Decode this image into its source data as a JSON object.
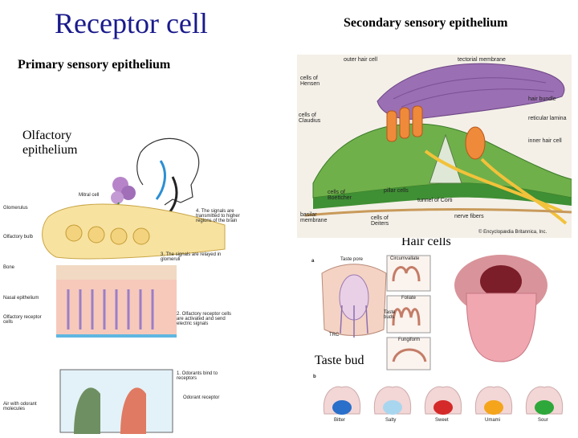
{
  "slide": {
    "title": "Receptor cell",
    "secondary_heading": "Secondary sensory epithelium",
    "primary_heading": "Primary sensory epithelium",
    "olfactory_label": "Olfactory\nepithelium",
    "hair_cells_label": "Hair cells",
    "taste_bud_label": "Taste bud"
  },
  "cochlea": {
    "labels": {
      "outer_hair_cell": "outer hair cell",
      "tectorial_membrane": "tectorial membrane",
      "cells_of_hensen": "cells of Hensen",
      "hair_bundle": "hair bundle",
      "cells_of_claudius": "cells of Claudius",
      "reticular_lamina": "reticular lamina",
      "inner_hair_cell": "inner hair cell",
      "cells_of_boettcher": "cells of Boettcher",
      "pillar_cells": "pillar cells",
      "tunnel_of_corti": "tunnel of Corti",
      "basilar_membrane": "basilar membrane",
      "cells_of_deiters": "cells of Deiters",
      "nerve_fibers": "nerve fibers",
      "credit": "© Encyclopædia Britannica, Inc."
    }
  },
  "olfaction": {
    "labels": {
      "mitral_cell": "Mitral cell",
      "glomerulus": "Glomerulus",
      "olfactory_bulb": "Olfactory bulb",
      "bone": "Bone",
      "nasal_epithelium": "Nasal epithelium",
      "olfactory_receptor_cells": "Olfactory receptor cells",
      "air_with_odorant": "Air with odorant molecules",
      "odorant_receptor": "Odorant receptor"
    },
    "steps": {
      "step4": "4. The signals are transmitted to higher regions of the brain",
      "step3": "3. The signals are relayed in glomeruli",
      "step2": "2. Olfactory receptor cells are activated and send electric signals",
      "step1": "1. Odorants bind to receptors"
    }
  },
  "taste": {
    "panel_a": "a",
    "panel_b": "b",
    "labels": {
      "taste_pore": "Taste pore",
      "circumvallate": "Circumvallate",
      "foliate": "Foliate",
      "taste_buds": "Taste buds",
      "fungiform": "Fungiform",
      "trc": "TRC"
    },
    "qualities": [
      "Bitter",
      "Salty",
      "Sweet",
      "Umami",
      "Sour"
    ],
    "quality_colors": [
      "#2a6fc9",
      "#a9d6ef",
      "#d42a2a",
      "#f4a51c",
      "#2ea83a"
    ]
  }
}
